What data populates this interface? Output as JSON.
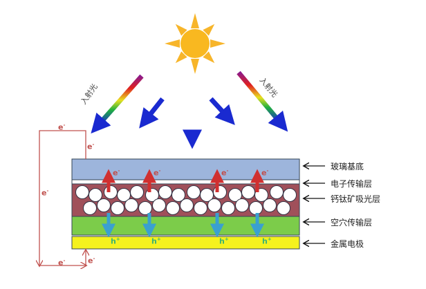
{
  "diagram": {
    "incident_light_label": "入射光",
    "electron_symbol": "e",
    "electron_charge": "-",
    "hole_symbol": "h",
    "hole_charge": "+",
    "layers": [
      {
        "label": "玻璃基底",
        "color": "#9db5dc"
      },
      {
        "label": "电子传输层",
        "color": "#ffffff"
      },
      {
        "label": "钙钛矿吸光层",
        "color": "#a0505a"
      },
      {
        "label": "空穴传输层",
        "color": "#7ccc4a"
      },
      {
        "label": "金属电极",
        "color": "#f5f21e"
      }
    ],
    "colors": {
      "sun": "#f7b52a",
      "electron": "#c0504d",
      "hole": "#3cb371",
      "circuit": "#c0504d"
    }
  }
}
